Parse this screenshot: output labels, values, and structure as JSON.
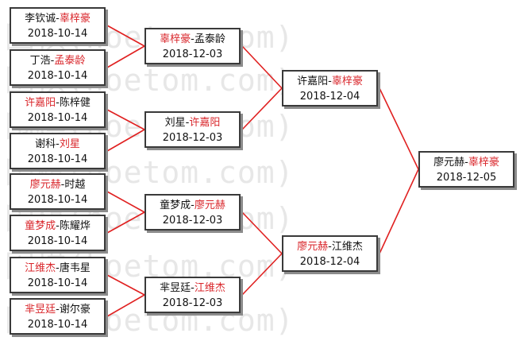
{
  "colors": {
    "winner": "#d9262b",
    "player": "#111111",
    "connector": "#e02020",
    "box_border": "#3a3a3a",
    "watermark": "#e7e7e7"
  },
  "watermark": [
    "围棋(hoetom.com)",
    "围棋(hoetom.com)",
    "围棋(hoetom.com)",
    "围棋(hoetom.com)",
    "围棋(hoetom.com)",
    "围棋(hoetom.com)",
    "围棋(hoetom.com)"
  ],
  "bracket": {
    "round1": [
      {
        "left": "李钦诚",
        "right": "辜梓豪",
        "winner": "right",
        "date": "2018-10-14"
      },
      {
        "left": "丁浩",
        "right": "孟泰龄",
        "winner": "right",
        "date": "2018-10-14"
      },
      {
        "left": "许嘉阳",
        "right": "陈梓健",
        "winner": "left",
        "date": "2018-10-14"
      },
      {
        "left": "谢科",
        "right": "刘星",
        "winner": "right",
        "date": "2018-10-14"
      },
      {
        "left": "廖元赫",
        "right": "时越",
        "winner": "left",
        "date": "2018-10-14"
      },
      {
        "left": "童梦成",
        "right": "陈耀烨",
        "winner": "left",
        "date": "2018-10-14"
      },
      {
        "left": "江维杰",
        "right": "唐韦星",
        "winner": "left",
        "date": "2018-10-14"
      },
      {
        "left": "芈昱廷",
        "right": "谢尔豪",
        "winner": "left",
        "date": "2018-10-14"
      }
    ],
    "round2": [
      {
        "left": "辜梓豪",
        "right": "孟泰龄",
        "winner": "left",
        "date": "2018-12-03"
      },
      {
        "left": "刘星",
        "right": "许嘉阳",
        "winner": "right",
        "date": "2018-12-03"
      },
      {
        "left": "童梦成",
        "right": "廖元赫",
        "winner": "right",
        "date": "2018-12-03"
      },
      {
        "left": "芈昱廷",
        "right": "江维杰",
        "winner": "right",
        "date": "2018-12-03"
      }
    ],
    "round3": [
      {
        "left": "许嘉阳",
        "right": "辜梓豪",
        "winner": "right",
        "date": "2018-12-04"
      },
      {
        "left": "廖元赫",
        "right": "江维杰",
        "winner": "left",
        "date": "2018-12-04"
      }
    ],
    "final": [
      {
        "left": "廖元赫",
        "right": "辜梓豪",
        "winner": "right",
        "date": "2018-12-05"
      }
    ]
  }
}
